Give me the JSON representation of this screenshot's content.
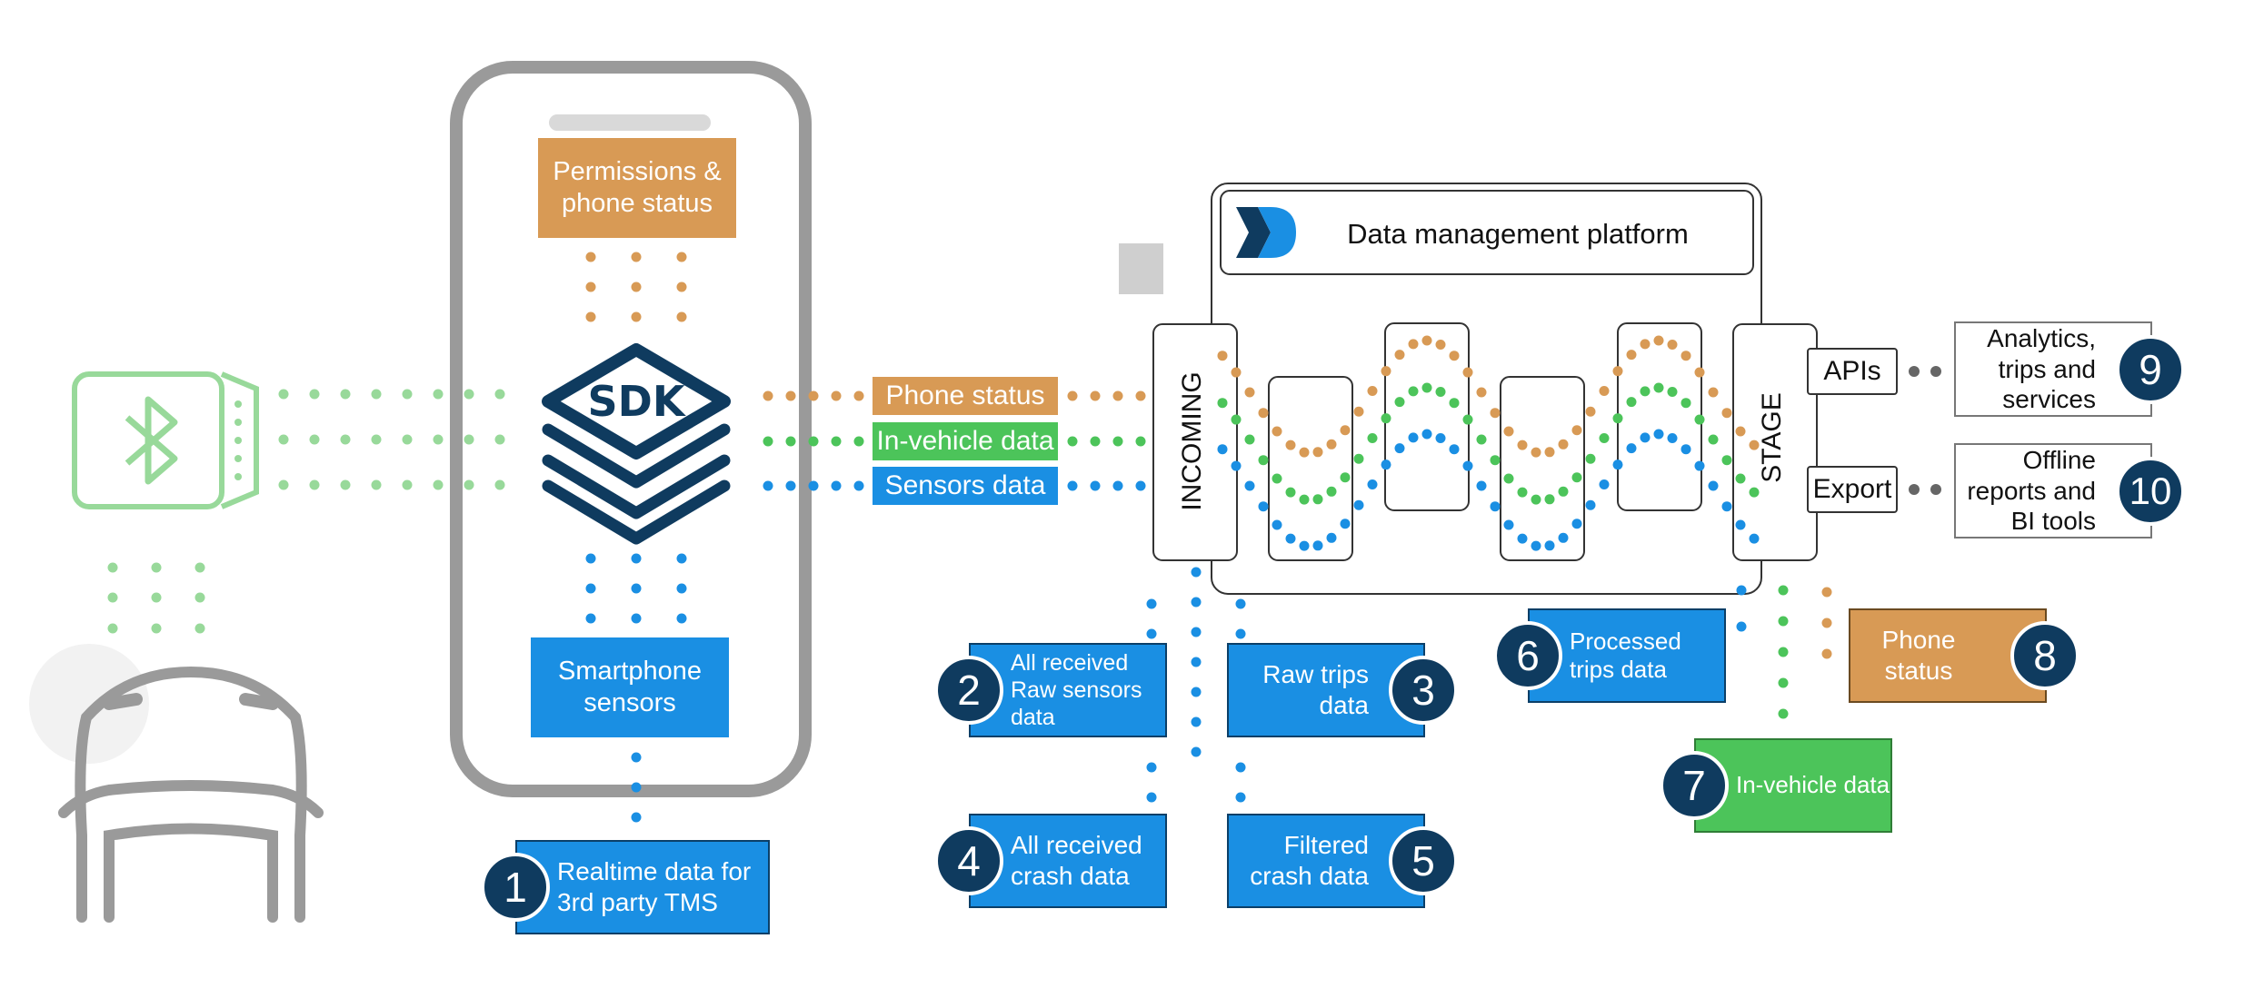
{
  "sdk_label": "SDK",
  "phone": {
    "permissions_box": "Permissions & phone status",
    "sensors_box": "Smartphone sensors"
  },
  "streams": {
    "phone_status": "Phone status",
    "in_vehicle": "In-vehicle data",
    "sensors": "Sensors data"
  },
  "platform": {
    "title": "Data management platform",
    "incoming": "INCOMING",
    "stage": "STAGE",
    "apis": "APIs",
    "export": "Export"
  },
  "outputs": [
    {
      "number": "1",
      "label": "Realtime data for 3rd party TMS"
    },
    {
      "number": "2",
      "label": "All received Raw sensors data"
    },
    {
      "number": "3",
      "label": "Raw trips data"
    },
    {
      "number": "4",
      "label": "All received crash data"
    },
    {
      "number": "5",
      "label": "Filtered crash data"
    },
    {
      "number": "6",
      "label": "Processed trips data"
    },
    {
      "number": "7",
      "label": "In-vehicle data"
    },
    {
      "number": "8",
      "label": "Phone status"
    },
    {
      "number": "9",
      "label": "Analytics, trips and services"
    },
    {
      "number": "10",
      "label": "Offline reports and BI tools"
    }
  ],
  "colors": {
    "orange": "#d89a55",
    "green": "#4cc45a",
    "blue": "#1a8fe3",
    "navy": "#0f3b5f",
    "light_green": "#98d99a",
    "grey": "#9a9a9a"
  },
  "icons": [
    "bluetooth-device-icon",
    "car-icon",
    "sdk-stack-icon",
    "platform-logo-icon"
  ]
}
